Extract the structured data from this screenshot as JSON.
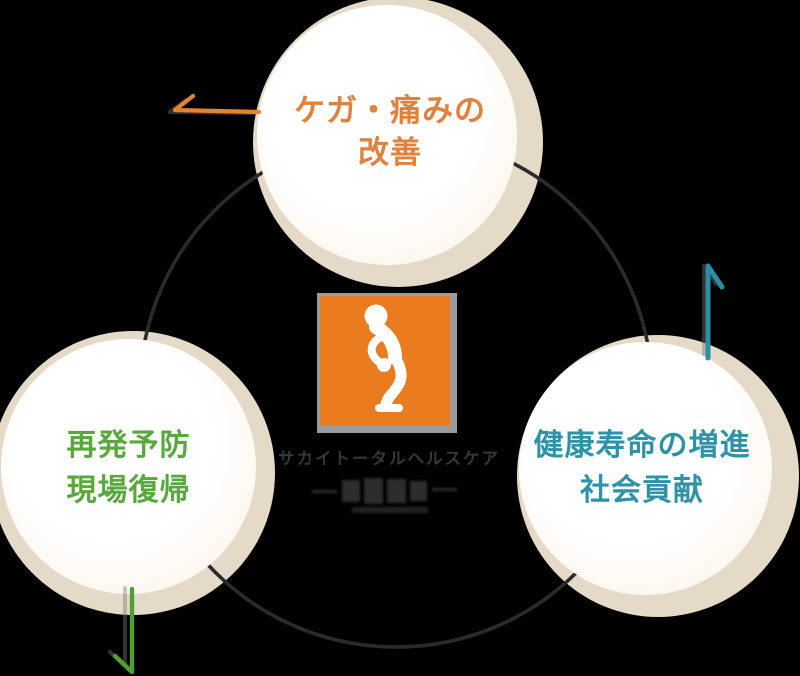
{
  "colors": {
    "background": "#000000",
    "ring": "#e5dac8",
    "cycle": "#2b2b2b",
    "node_top": "#e0813c",
    "node_left": "#58a93c",
    "node_right": "#2e93a8",
    "arrow_top": "#e8832d",
    "arrow_right": "#2a8fa5",
    "arrow_left": "#4f9f33",
    "icon_bg": "#ea7c1f",
    "icon_frame": "#9b9b9b",
    "caption_text": "#373737"
  },
  "nodes": {
    "top": {
      "line1": "ケガ・痛みの",
      "line2": "改善"
    },
    "left": {
      "line1": "再発予防",
      "line2": "現場復帰"
    },
    "right": {
      "line1": "健康寿命の増進",
      "line2": "社会貢献"
    }
  },
  "center": {
    "caption": "サカイトータルヘルスケア",
    "icon": "person-back-pain-icon"
  },
  "cycle": {
    "direction": "counterclockwise"
  }
}
